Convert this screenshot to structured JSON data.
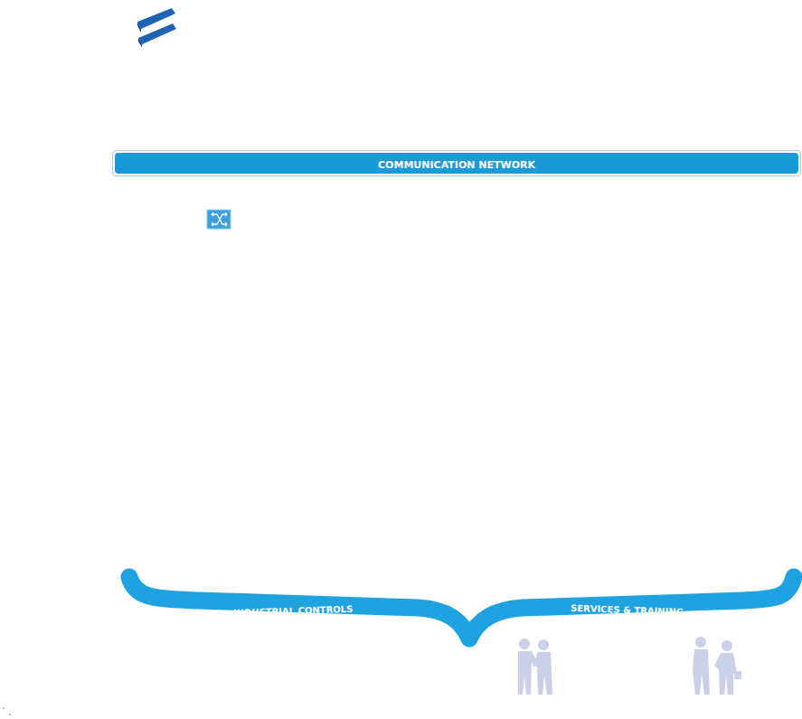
{
  "diagram": {
    "nodes": [
      {
        "text": [
          "COMMUNICATION NETWORK"
        ]
      }
    ],
    "labels": [
      "INDUSTRIAL CONTROLS",
      "SERVICES & TRAINING"
    ]
  }
}
